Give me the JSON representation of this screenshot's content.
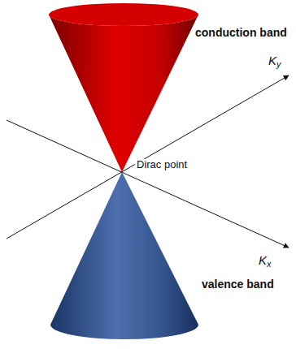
{
  "diagram": {
    "labels": [
      "conduction band",
      "Ky",
      "Dirac point",
      "Kx",
      "valence band"
    ]
  }
}
